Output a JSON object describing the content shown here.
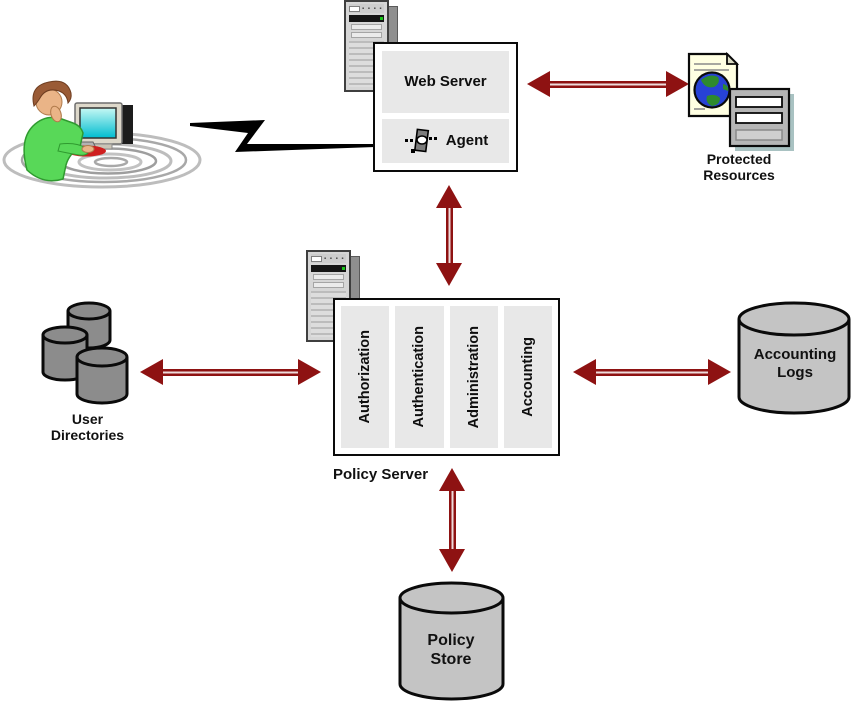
{
  "web_server": {
    "title": "Web Server",
    "agent": "Agent"
  },
  "policy_server": {
    "title": "Policy Server",
    "modules": [
      "Authorization",
      "Authentication",
      "Administration",
      "Accounting"
    ]
  },
  "labels": {
    "protected_resources": [
      "Protected",
      "Resources"
    ],
    "user_directories": [
      "User",
      "Directories"
    ],
    "accounting_logs": [
      "Accounting",
      "Logs"
    ],
    "policy_store": [
      "Policy",
      "Store"
    ]
  },
  "icons": {
    "server_tower": "server-tower-icon",
    "agent_plugin": "agent-plugin-icon",
    "web_document": "web-document-icon",
    "globe": "globe-icon",
    "form_window": "form-window-icon",
    "database_cylinder": "database-cylinder-icon",
    "user_workstation": "user-workstation-illustration",
    "lightning_bolt": "lightning-bolt-icon",
    "double_arrow": "double-headed-arrow"
  },
  "colors": {
    "arrow_red": "#8e1212",
    "arrow_core": "#eedcdc",
    "panel_gray": "#e8e8e8",
    "box_border": "#0a0a0a",
    "cylinder_light": "#c4c4c4",
    "cylinder_dark": "#8c8c8c",
    "document_yellow": "#ffffe2",
    "form_gray": "#b5b5b5",
    "form_shadow": "#a9c2c2",
    "globe_ocean": "#2742d6",
    "globe_land": "#2e8a2e",
    "shirt_green": "#58d858",
    "screen_cyan": "#7fe8e8",
    "lightning_black": "#000000"
  }
}
